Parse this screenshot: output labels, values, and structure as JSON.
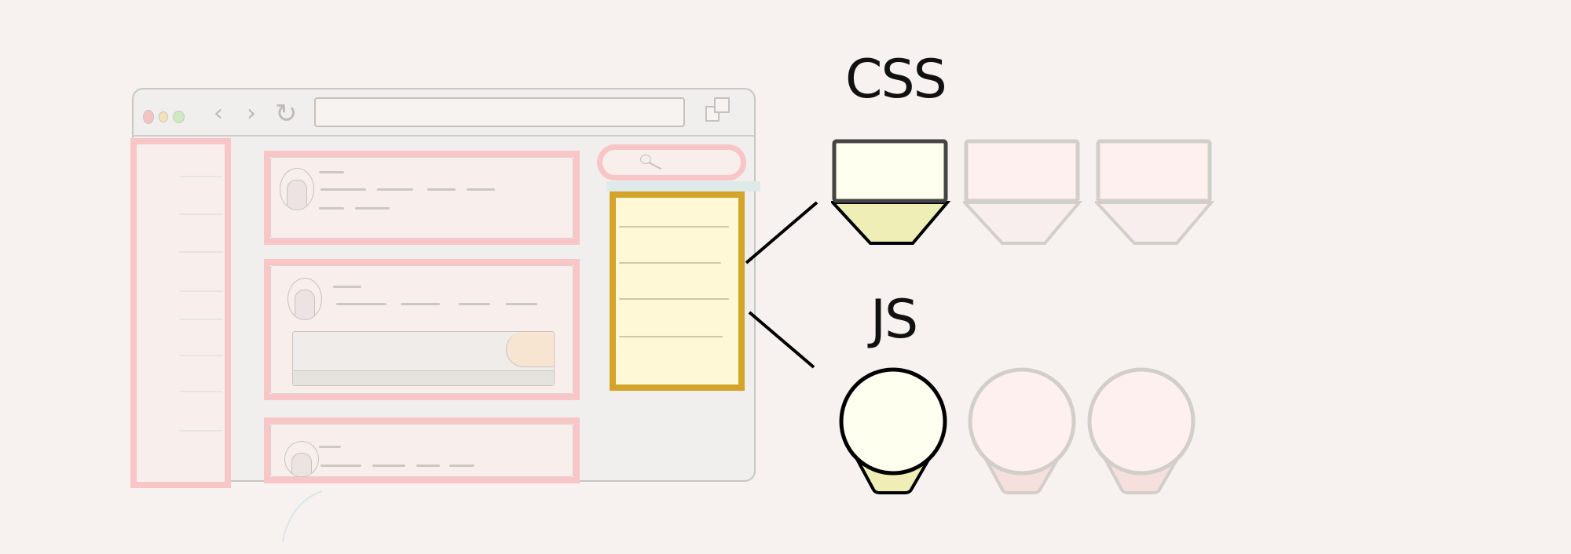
{
  "diagram": {
    "title_css": "CSS",
    "title_js": "JS",
    "colors": {
      "background": "#f7f2ef",
      "wireframe_highlight_pink": "#f8c6c6",
      "selected_border": "#d4a42a",
      "selected_fill": "#fff8d7",
      "active_shape_fill": "#fffff0",
      "active_shape_bottom": "#eeeeb6",
      "inactive_shape_fill": "#fff0f0",
      "inactive_shape_stroke": "#d2ceca"
    },
    "browser_mock": {
      "window_controls": [
        "close",
        "minimize",
        "maximize"
      ],
      "nav_icons": [
        "back-icon",
        "forward-icon",
        "reload-icon"
      ],
      "window_icon": "copy-windows-icon",
      "sidebar_item_count": 8,
      "cards": [
        {
          "type": "text-post"
        },
        {
          "type": "image-post"
        },
        {
          "type": "text-post"
        }
      ],
      "search_icon": "search-icon",
      "selected_panel_line_count": 4
    },
    "css_row": {
      "label": "CSS",
      "items": [
        {
          "state": "active"
        },
        {
          "state": "inactive"
        },
        {
          "state": "inactive"
        }
      ]
    },
    "js_row": {
      "label": "JS",
      "items": [
        {
          "state": "active"
        },
        {
          "state": "inactive"
        },
        {
          "state": "inactive"
        }
      ]
    }
  }
}
